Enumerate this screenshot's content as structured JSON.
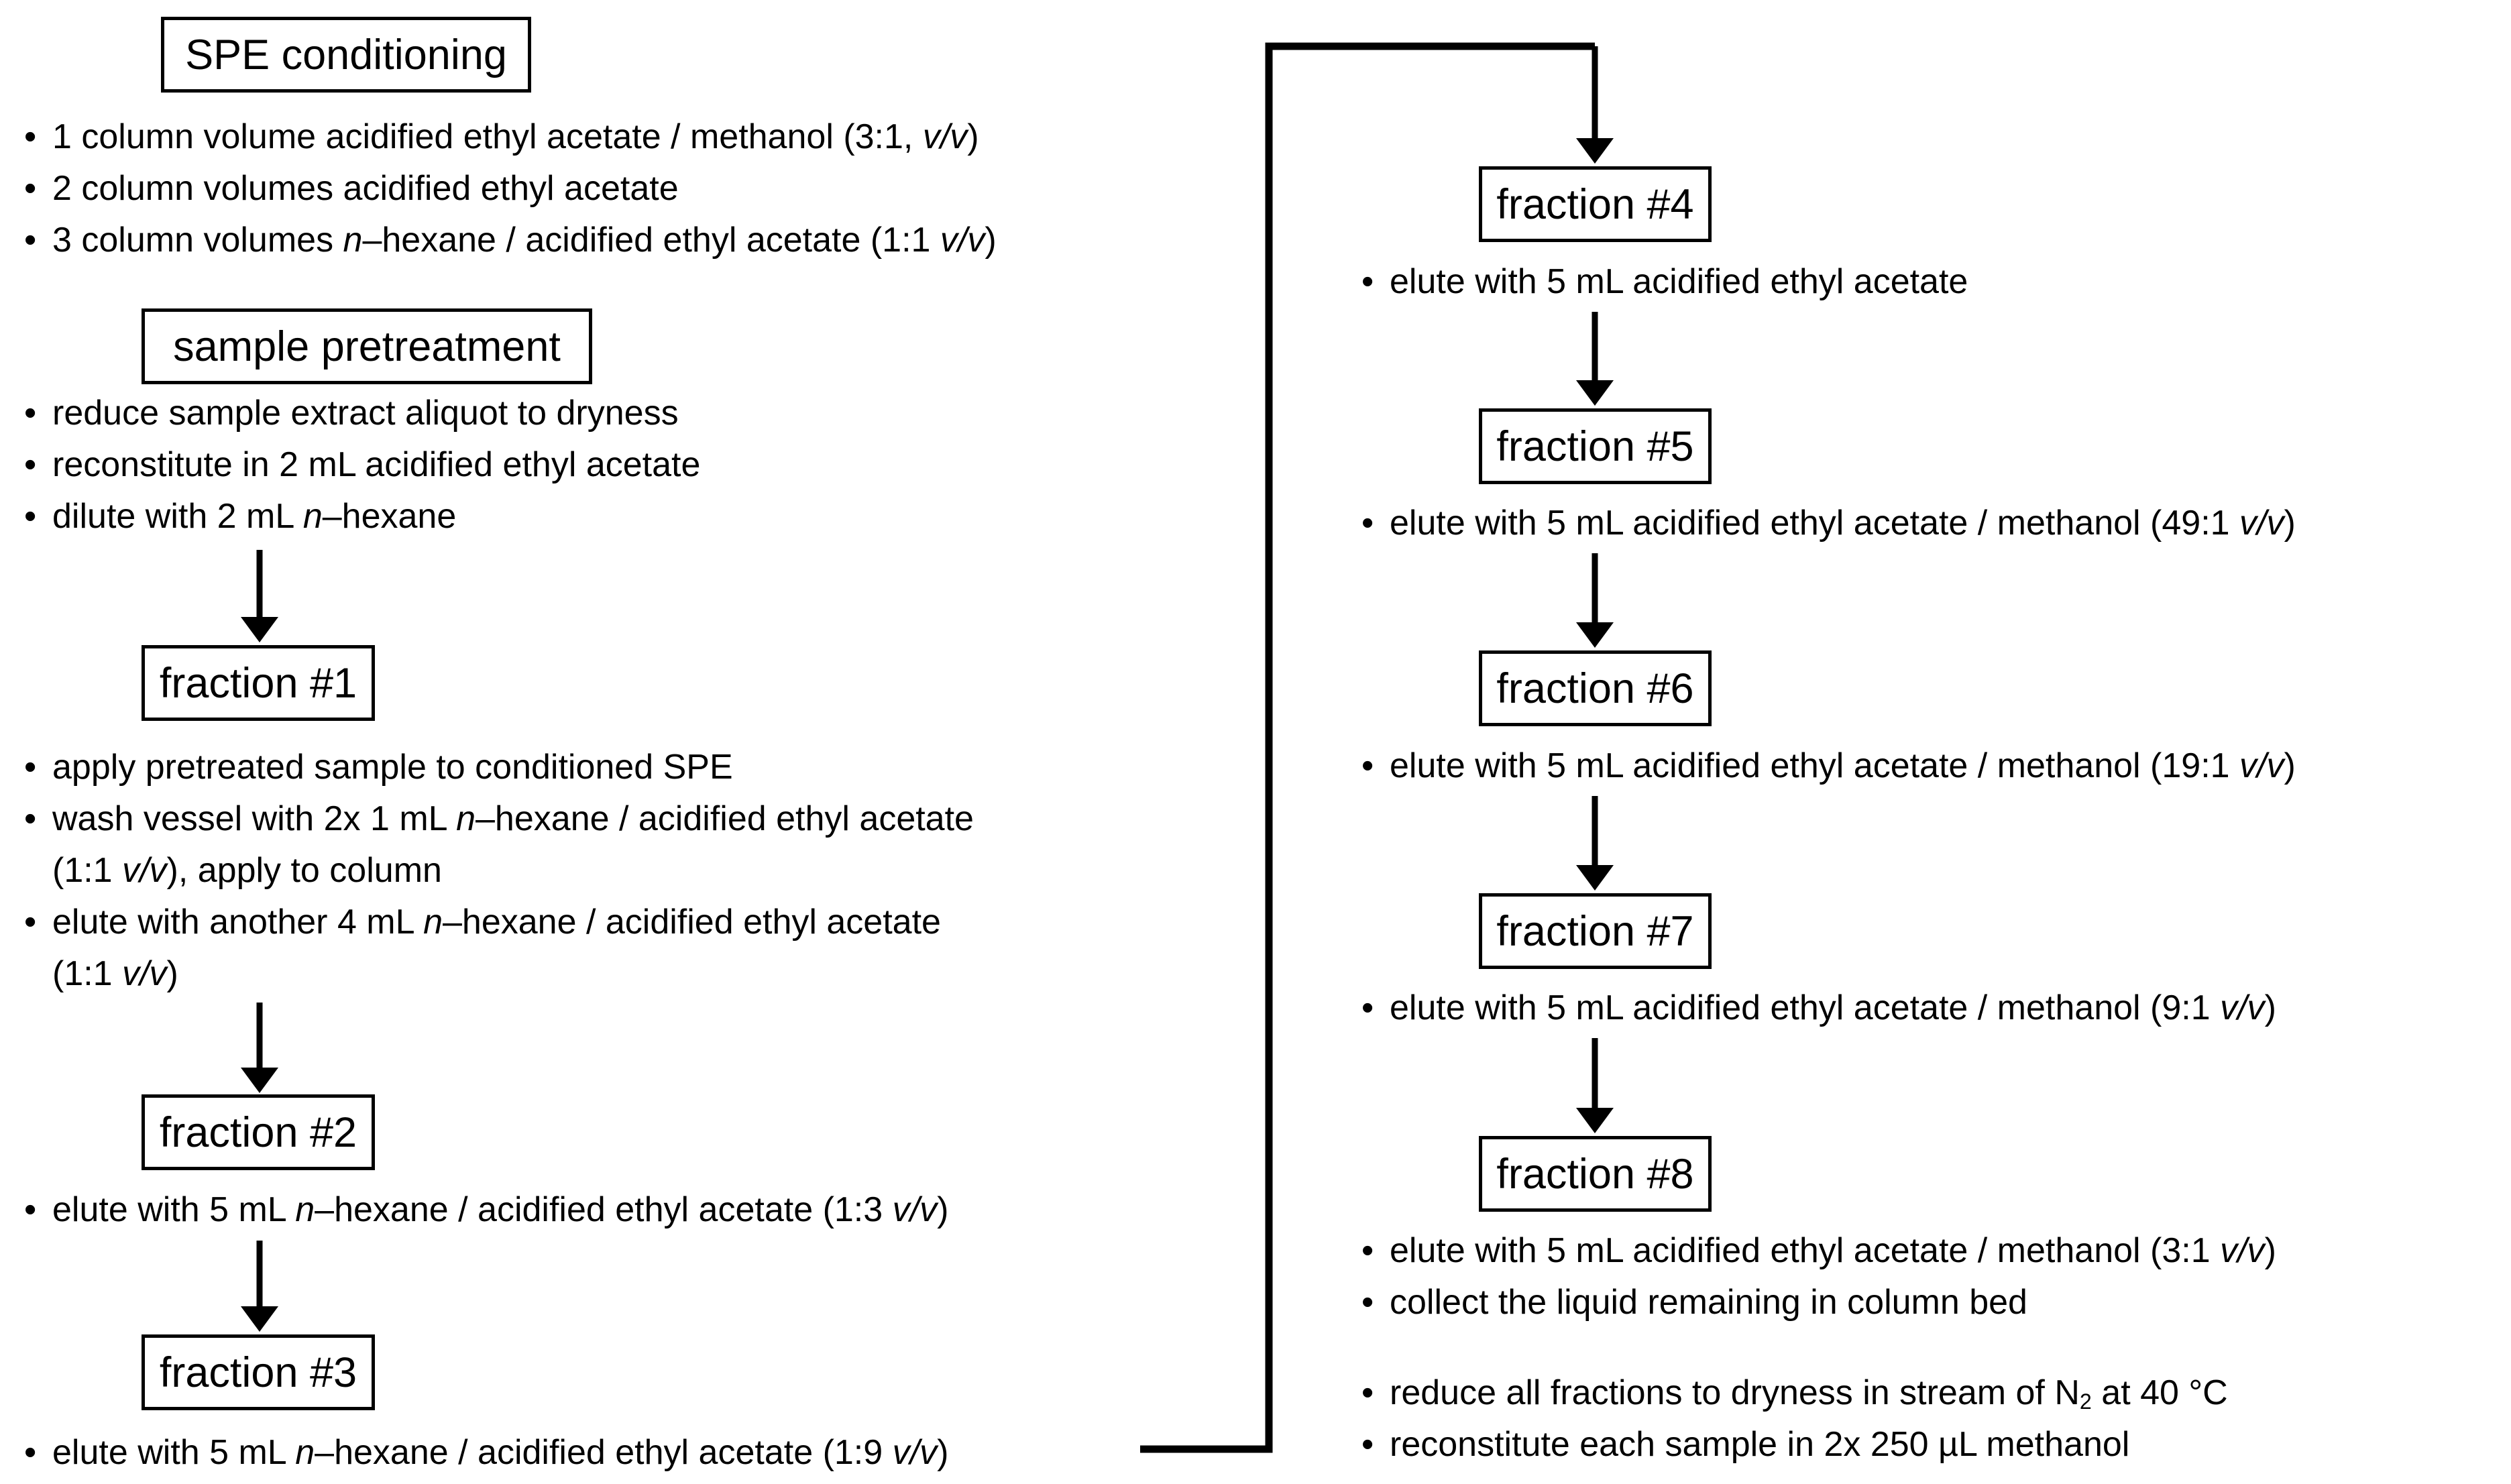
{
  "ui": {
    "bullet_char": "•"
  },
  "boxes": {
    "spe_conditioning": "SPE conditioning",
    "sample_pretreatment": "sample pretreatment",
    "fraction_1": "fraction #1",
    "fraction_2": "fraction #2",
    "fraction_3": "fraction #3",
    "fraction_4": "fraction #4",
    "fraction_5": "fraction #5",
    "fraction_6": "fraction #6",
    "fraction_7": "fraction #7",
    "fraction_8": "fraction #8"
  },
  "lists": {
    "spe_conditioning": [
      {
        "bullet": true,
        "segments": [
          {
            "t": "1 column volume acidified ethyl acetate / methanol (3:1, "
          },
          {
            "t": "v/v",
            "i": true
          },
          {
            "t": ")"
          }
        ]
      },
      {
        "bullet": true,
        "segments": [
          {
            "t": "2 column volumes acidified ethyl acetate"
          }
        ]
      },
      {
        "bullet": true,
        "segments": [
          {
            "t": "3 column volumes "
          },
          {
            "t": "n",
            "i": true
          },
          {
            "t": "–hexane / acidified ethyl acetate (1:1 "
          },
          {
            "t": "v/v",
            "i": true
          },
          {
            "t": ")"
          }
        ]
      }
    ],
    "sample_pretreatment": [
      {
        "bullet": true,
        "segments": [
          {
            "t": "reduce sample extract aliquot to dryness"
          }
        ]
      },
      {
        "bullet": true,
        "segments": [
          {
            "t": "reconstitute in 2 mL acidified ethyl acetate"
          }
        ]
      },
      {
        "bullet": true,
        "segments": [
          {
            "t": "dilute with 2 mL "
          },
          {
            "t": "n",
            "i": true
          },
          {
            "t": "–hexane"
          }
        ]
      }
    ],
    "fraction_1": [
      {
        "bullet": true,
        "segments": [
          {
            "t": "apply pretreated sample to conditioned SPE"
          }
        ]
      },
      {
        "bullet": true,
        "segments": [
          {
            "t": "wash vessel with 2x 1 mL "
          },
          {
            "t": "n",
            "i": true
          },
          {
            "t": "–hexane / acidified ethyl acetate"
          }
        ]
      },
      {
        "bullet": false,
        "segments": [
          {
            "t": "(1:1 "
          },
          {
            "t": "v/v",
            "i": true
          },
          {
            "t": "), apply to column"
          }
        ]
      },
      {
        "bullet": true,
        "segments": [
          {
            "t": "elute with another 4 mL "
          },
          {
            "t": "n",
            "i": true
          },
          {
            "t": "–hexane / acidified ethyl acetate"
          }
        ]
      },
      {
        "bullet": false,
        "segments": [
          {
            "t": "(1:1 "
          },
          {
            "t": "v/v",
            "i": true
          },
          {
            "t": ")"
          }
        ]
      }
    ],
    "fraction_2": [
      {
        "bullet": true,
        "segments": [
          {
            "t": "elute with 5 mL "
          },
          {
            "t": "n",
            "i": true
          },
          {
            "t": "–hexane / acidified ethyl acetate (1:3 "
          },
          {
            "t": "v/v",
            "i": true
          },
          {
            "t": ")"
          }
        ]
      }
    ],
    "fraction_3": [
      {
        "bullet": true,
        "segments": [
          {
            "t": "elute with 5 mL "
          },
          {
            "t": "n",
            "i": true
          },
          {
            "t": "–hexane / acidified ethyl acetate (1:9 "
          },
          {
            "t": "v/v",
            "i": true
          },
          {
            "t": ")"
          }
        ]
      }
    ],
    "fraction_4": [
      {
        "bullet": true,
        "segments": [
          {
            "t": "elute with 5 mL acidified ethyl acetate"
          }
        ]
      }
    ],
    "fraction_5": [
      {
        "bullet": true,
        "segments": [
          {
            "t": "elute with 5 mL acidified ethyl acetate / methanol (49:1 "
          },
          {
            "t": "v/v",
            "i": true
          },
          {
            "t": ")"
          }
        ]
      }
    ],
    "fraction_6": [
      {
        "bullet": true,
        "segments": [
          {
            "t": "elute with 5 mL acidified ethyl acetate / methanol (19:1 "
          },
          {
            "t": "v/v",
            "i": true
          },
          {
            "t": ")"
          }
        ]
      }
    ],
    "fraction_7": [
      {
        "bullet": true,
        "segments": [
          {
            "t": "elute with 5 mL acidified ethyl acetate / methanol (9:1 "
          },
          {
            "t": "v/v",
            "i": true
          },
          {
            "t": ")"
          }
        ]
      }
    ],
    "fraction_8": [
      {
        "bullet": true,
        "segments": [
          {
            "t": "elute with 5 mL acidified ethyl acetate / methanol (3:1 "
          },
          {
            "t": "v/v",
            "i": true
          },
          {
            "t": ")"
          }
        ]
      },
      {
        "bullet": true,
        "segments": [
          {
            "t": "collect the liquid remaining in column bed"
          }
        ]
      }
    ],
    "final": [
      {
        "bullet": true,
        "segments": [
          {
            "t": "reduce all fractions to dryness in stream of N"
          },
          {
            "t": "2",
            "sub": true
          },
          {
            "t": " at 40 °C"
          }
        ]
      },
      {
        "bullet": true,
        "segments": [
          {
            "t": "reconstitute each sample in 2x 250 µL methanol"
          }
        ]
      }
    ]
  }
}
